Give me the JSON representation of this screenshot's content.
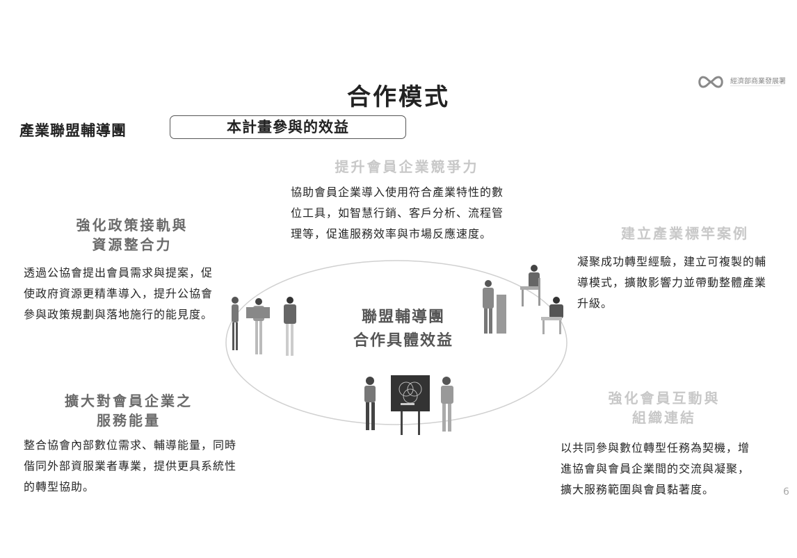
{
  "slide": {
    "title": "合作模式",
    "page_number": "6"
  },
  "header": {
    "org_label": "產業聯盟輔導團",
    "section_label": "本計畫參與的效益",
    "logo_text": "經濟部商業發展署"
  },
  "center": {
    "line1": "聯盟輔導團",
    "line2": "合作具體效益"
  },
  "benefits": {
    "top": {
      "heading": "提升會員企業競爭力",
      "body": [
        "協助會員企業導入使用符合產業特性的數",
        "位工具，如智慧行銷、客戶分析、流程管",
        "理等，促進服務效率與市場反應速度。"
      ]
    },
    "left_upper": {
      "heading_line1": "強化政策接軌與",
      "heading_line2": "資源整合力",
      "body": [
        "透過公協會提出會員需求與提案，促",
        "使政府資源更精準導入，提升公協會",
        "參與政策規劃與落地施行的能見度。"
      ]
    },
    "right_upper": {
      "heading": "建立產業標竿案例",
      "body": [
        "凝聚成功轉型經驗，建立可複製的輔",
        "導模式，擴散影響力並帶動整體產業",
        "升級。"
      ]
    },
    "left_lower": {
      "heading_line1": "擴大對會員企業之",
      "heading_line2": "服務能量",
      "body": [
        "整合協會內部數位需求、輔導能量，同時",
        "偕同外部資服業者專業，提供更具系統性",
        "的轉型協助。"
      ]
    },
    "right_lower": {
      "heading_line1": "強化會員互動與",
      "heading_line2": "組織連結",
      "body": [
        "以共同參與數位轉型任務為契機，增",
        "進協會與會員企業間的交流與凝聚，",
        "擴大服務範圍與會員黏著度。"
      ]
    }
  },
  "colors": {
    "text": "#262626",
    "heading_dark": "#6a6a6a",
    "heading_faint": "#c8c8c8",
    "ring": "#d0d0d0"
  }
}
